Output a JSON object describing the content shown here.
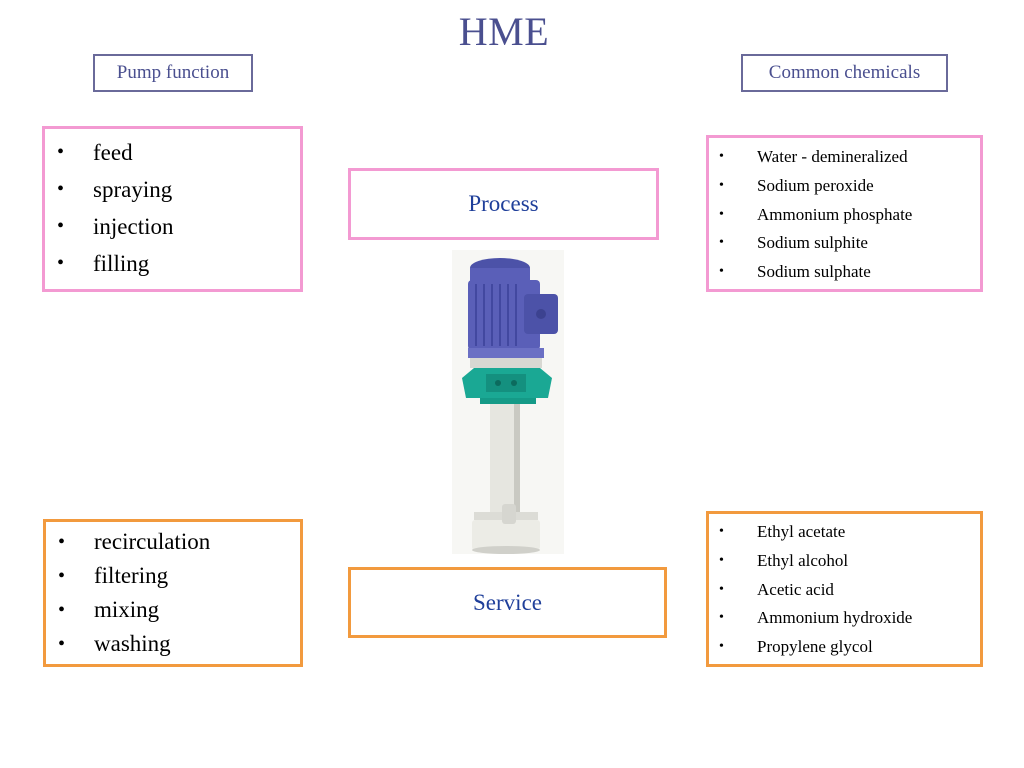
{
  "title": "HME",
  "headers": {
    "left": "Pump function",
    "right": "Common chemicals"
  },
  "process_functions": [
    "feed",
    "spraying",
    "injection",
    "filling"
  ],
  "service_functions": [
    "recirculation",
    "filtering",
    "mixing",
    "washing"
  ],
  "process_chemicals": [
    "Water - demineralized",
    "Sodium peroxide",
    "Ammonium phosphate",
    "Sodium sulphite",
    "Sodium sulphate"
  ],
  "service_chemicals": [
    "Ethyl acetate",
    "Ethyl alcohol",
    "Acetic acid",
    "Ammonium hydroxide",
    "Propylene glycol"
  ],
  "center": {
    "process_label": "Process",
    "service_label": "Service"
  },
  "bullet": "•",
  "colors": {
    "title": "#4a4f8f",
    "process_border": "#f39ad2",
    "service_border": "#f29a3e",
    "center_text": "#1f3f9a",
    "pump_motor": "#5a5fb8",
    "pump_flange": "#1aa894",
    "pump_shaft": "#e6e6e0"
  }
}
